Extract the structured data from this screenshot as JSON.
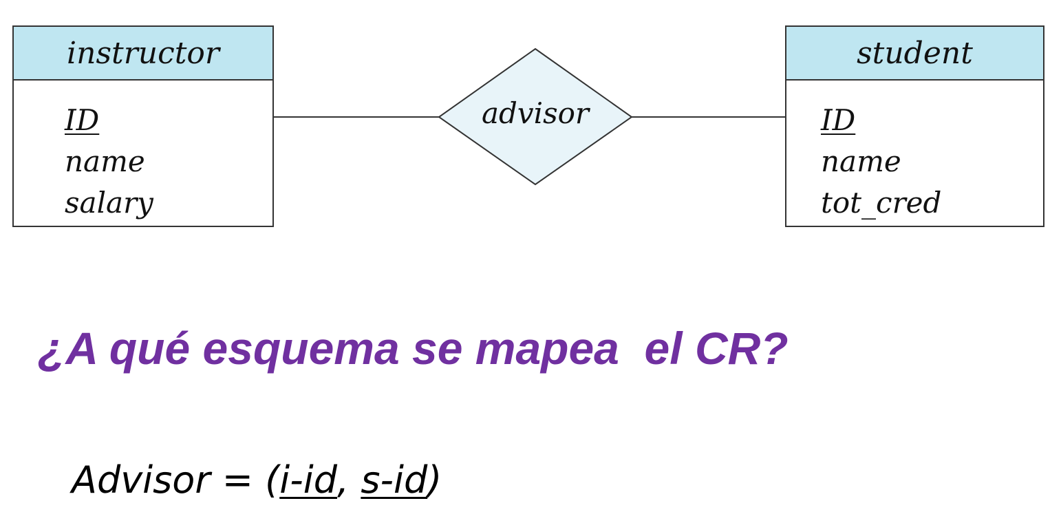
{
  "entities": {
    "instructor": {
      "name": "instructor",
      "attributes": [
        {
          "label": "ID",
          "primary_key": true
        },
        {
          "label": "name",
          "primary_key": false
        },
        {
          "label": "salary",
          "primary_key": false
        }
      ]
    },
    "student": {
      "name": "student",
      "attributes": [
        {
          "label": "ID",
          "primary_key": true
        },
        {
          "label": "name",
          "primary_key": false
        },
        {
          "label": "tot_cred",
          "primary_key": false
        }
      ]
    }
  },
  "relationship": {
    "name": "advisor"
  },
  "question": "¿A qué esquema se mapea  el CR?",
  "schema": {
    "prefix": "Advisor = (",
    "key1": "i-id",
    "separator": ", ",
    "key2": "s-id",
    "suffix": ")"
  },
  "colors": {
    "entity_header": "#bfe6f1",
    "relationship_fill": "#e8f4f9",
    "question_text": "#7030a0",
    "line": "#333333"
  }
}
